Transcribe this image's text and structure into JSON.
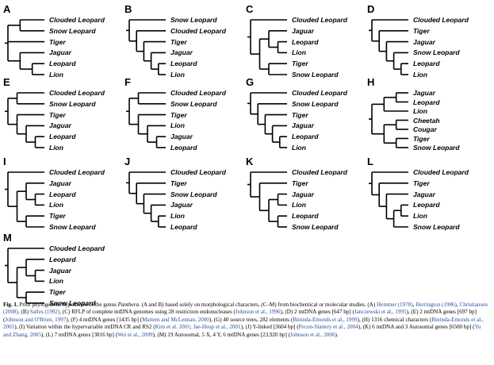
{
  "panels": [
    {
      "label": "A",
      "taxa": [
        "Clouded Leopard",
        "Snow Leopard",
        "Tiger",
        "Jaguar",
        "Leopard",
        "Lion"
      ],
      "tree": [
        [
          0,
          1
        ],
        [
          [
            4,
            5
          ],
          3
        ],
        2
      ]
    },
    {
      "label": "B",
      "taxa": [
        "Snow Leopard",
        "Clouded Leopard",
        "Tiger",
        "Jaguar",
        "Leopard",
        "Lion"
      ],
      "tree": [
        0,
        [
          1,
          [
            2,
            [
              3,
              [
                4,
                5
              ]
            ]
          ]
        ]
      ]
    },
    {
      "label": "C",
      "taxa": [
        "Clouded Leopard",
        "Jaguar",
        "Leopard",
        "Lion",
        "Tiger",
        "Snow Leopard"
      ],
      "tree": [
        0,
        [
          [
            1,
            [
              2,
              3
            ]
          ],
          [
            4,
            5
          ]
        ]
      ]
    },
    {
      "label": "D",
      "taxa": [
        "Clouded Leopard",
        "Tiger",
        "Jaguar",
        "Snow Leopard",
        "Leopard",
        "Lion"
      ],
      "tree": [
        0,
        [
          1,
          [
            2,
            [
              3,
              [
                4,
                5
              ]
            ]
          ]
        ]
      ]
    },
    {
      "label": "E",
      "taxa": [
        "Clouded Leopard",
        "Snow Leopard",
        "Tiger",
        "Jaguar",
        "Leopard",
        "Lion"
      ],
      "tree": [
        [
          0,
          1
        ],
        [
          2,
          [
            3,
            [
              4,
              5
            ]
          ]
        ]
      ]
    },
    {
      "label": "F",
      "taxa": [
        "Clouded Leopard",
        "Snow Leopard",
        "Tiger",
        "Lion",
        "Jaguar",
        "Leopard"
      ],
      "tree": [
        [
          0,
          1
        ],
        [
          2,
          [
            3,
            [
              4,
              5
            ]
          ]
        ]
      ]
    },
    {
      "label": "G",
      "taxa": [
        "Clouded Leopard",
        "Snow Leopard",
        "Tiger",
        "Jaguar",
        "Leopard",
        "Lion"
      ],
      "tree": [
        0,
        [
          1,
          [
            2,
            [
              3,
              [
                4,
                5
              ]
            ]
          ]
        ]
      ]
    },
    {
      "label": "H",
      "taxa": [
        "Jaguar",
        "Leopard",
        "Lion",
        "Cheetah",
        "Cougar",
        "Tiger",
        "Snow Leopard"
      ],
      "tree": [
        [
          [
            0,
            1
          ],
          2
        ],
        [
          [
            3,
            4
          ],
          [
            5,
            6
          ]
        ]
      ]
    },
    {
      "label": "I",
      "taxa": [
        "Clouded Leopard",
        "Jaguar",
        "Leopard",
        "Lion",
        "Tiger",
        "Snow Leopard"
      ],
      "tree": [
        0,
        [
          [
            1,
            [
              2,
              3
            ]
          ],
          [
            4,
            5
          ]
        ]
      ]
    },
    {
      "label": "J",
      "taxa": [
        "Clouded Leopard",
        "Tiger",
        "Snow Leopard",
        "Jaguar",
        "Lion",
        "Leopard"
      ],
      "tree": [
        0,
        [
          1,
          [
            2,
            [
              3,
              [
                4,
                5
              ]
            ]
          ]
        ]
      ]
    },
    {
      "label": "K",
      "taxa": [
        "Clouded Leopard",
        "Tiger",
        "Jaguar",
        "Lion",
        "Leopard",
        "Snow Leopard"
      ],
      "tree": [
        0,
        [
          1,
          [
            [
              2,
              3
            ],
            [
              4,
              5
            ]
          ]
        ]
      ]
    },
    {
      "label": "L",
      "taxa": [
        "Clouded Leopard",
        "Tiger",
        "Jaguar",
        "Leopard",
        "Lion",
        "Snow Leopard"
      ],
      "tree": [
        0,
        [
          1,
          [
            2,
            [
              [
                3,
                4
              ],
              5
            ]
          ]
        ]
      ]
    },
    {
      "label": "M",
      "taxa": [
        "Clouded Leopard",
        "Leopard",
        "Jaguar",
        "Lion",
        "Tiger",
        "Snow Leopard"
      ],
      "tree": [
        0,
        [
          [
            1,
            [
              2,
              3
            ]
          ],
          [
            4,
            5
          ]
        ]
      ]
    }
  ],
  "caption": {
    "label": "Fig. 1.",
    "segments": [
      {
        "t": " Prior phylogenetic hypotheses of the genus "
      },
      {
        "t": "Panthera",
        "i": true
      },
      {
        "t": ". (A and B) based solely on morphological characters, (C–M) from biochemical or molecular studies. (A) "
      },
      {
        "t": "Hemmer (1978)",
        "c": true
      },
      {
        "t": ", "
      },
      {
        "t": "Herrington (1986)",
        "c": true
      },
      {
        "t": ", "
      },
      {
        "t": "Christiansen (2008)",
        "c": true
      },
      {
        "t": ". (B) "
      },
      {
        "t": "Salles (1992)",
        "c": true
      },
      {
        "t": ", (C) RFLP of complete mtDNA genomes using 28 restriction endonucleases ("
      },
      {
        "t": "Johnson et al., 1996",
        "c": true
      },
      {
        "t": "), (D) 2 mtDNA genes [647 bp] ("
      },
      {
        "t": "Janczewski et al., 1995",
        "c": true
      },
      {
        "t": "), (E) 2 mtDNA genes [697 bp] ("
      },
      {
        "t": "Johnson and O'Brien, 1997",
        "c": true
      },
      {
        "t": "), (F) 4 mtDNA genes [1435 bp] ("
      },
      {
        "t": "Mattern and McLennan, 2000",
        "c": true
      },
      {
        "t": "), (G) 40 source trees, 282 elements ("
      },
      {
        "t": "Bininda-Emonds et al., 1999",
        "c": true
      },
      {
        "t": "), (H) 1316 chemical characters ("
      },
      {
        "t": "Bininda-Emonds et al., 2001",
        "c": true
      },
      {
        "t": "), (I) Variation within the hypervariable mtDNA CR and RS2 ("
      },
      {
        "t": "Kim et al. 2001",
        "c": true
      },
      {
        "t": "; "
      },
      {
        "t": "Jae-Heup et al., 2001",
        "c": true
      },
      {
        "t": "), (J) Y-linked [3604 bp] ("
      },
      {
        "t": "Pecon-Slattery et al., 2004",
        "c": true
      },
      {
        "t": "), (K) 6 mtDNA and 3 Autosomal genes [6500 bp] ("
      },
      {
        "t": "Yu and Zhang, 2005",
        "c": true
      },
      {
        "t": "), (L) 7 mtDNA genes [3816 bp] ("
      },
      {
        "t": "Wei et al., 2009",
        "c": true
      },
      {
        "t": "), (M) 19 Autosomal, 5 X, 4 Y, 6 mtDNA genes [23,920 bp] ("
      },
      {
        "t": "Johnson et al., 2006",
        "c": true
      },
      {
        "t": ")."
      }
    ]
  },
  "colors": {
    "line": "#000000",
    "text": "#000000",
    "citation": "#2a4fa0"
  }
}
